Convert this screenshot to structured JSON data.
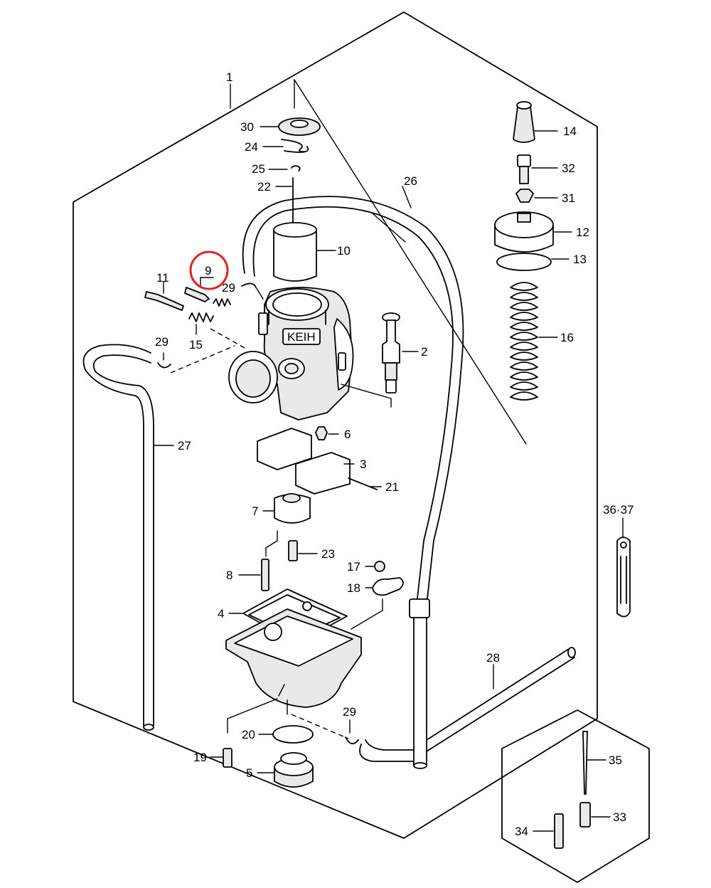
{
  "highlight_color": "#e0241b",
  "labels": {
    "p1": "1",
    "p2": "2",
    "p3": "3",
    "p4": "4",
    "p5": "5",
    "p6": "6",
    "p7": "7",
    "p8": "8",
    "p9": "9",
    "p10": "10",
    "p11": "11",
    "p12": "12",
    "p13": "13",
    "p14": "14",
    "p15": "15",
    "p16": "16",
    "p17": "17",
    "p18": "18",
    "p19": "19",
    "p20": "20",
    "p21": "21",
    "p22": "22",
    "p23": "23",
    "p24": "24",
    "p25": "25",
    "p26": "26",
    "p27": "27",
    "p28": "28",
    "p29a": "29",
    "p29b": "29",
    "p29c": "29",
    "p30": "30",
    "p31": "31",
    "p32": "32",
    "p33": "33",
    "p34": "34",
    "p35": "35",
    "p3637": "36·37",
    "logo": "KEIH"
  }
}
